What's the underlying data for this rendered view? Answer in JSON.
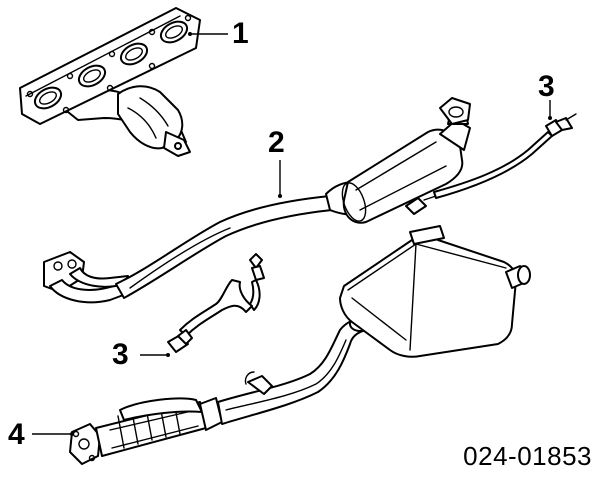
{
  "callouts": {
    "exhaust_manifold": "1",
    "catalytic_converter_front_pipe": "2",
    "oxygen_sensor_upper": "3",
    "oxygen_sensor_lower": "3",
    "front_pipe_flange": "4"
  },
  "diagram_code": "024-01853"
}
